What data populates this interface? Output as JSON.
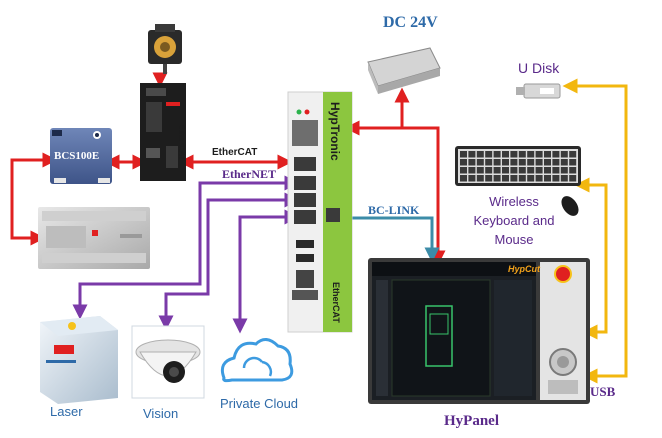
{
  "labels": {
    "dc24v": "DC 24V",
    "udisk": "U Disk",
    "bcs100e": "BCS100E",
    "ethercat_servo": "EtherCAT",
    "ethercat_line": "EtherCAT",
    "ethernet": "EtherNET",
    "bclink": "BC-LINK",
    "wireless": "Wireless\nKeyboard and\nMouse",
    "laser": "Laser",
    "vision": "Vision",
    "private_cloud": "Private Cloud",
    "hypanel": "HyPanel",
    "usb": "USB",
    "controller_brand": "HypTronic",
    "controller_ethercat": "EtherCAT",
    "hypcut_logo": "HypCut"
  },
  "colors": {
    "power_link": "#e02020",
    "ethernet_link": "#7a3aa8",
    "bclink_link": "#3c8ca8",
    "usb_link": "#f2b70f",
    "label_blue": "#2e6aa8",
    "label_purple": "#5a2a8a",
    "controller_green": "#8cc63f"
  },
  "icons": [
    "servo-motor-icon",
    "servo-drive-icon",
    "bcs100e-box-icon",
    "plc-unit-icon",
    "power-supply-icon",
    "usb-stick-icon",
    "keyboard-icon",
    "mouse-icon",
    "controller-icon",
    "laser-source-icon",
    "camera-icon",
    "cloud-icon",
    "hypanel-icon"
  ]
}
